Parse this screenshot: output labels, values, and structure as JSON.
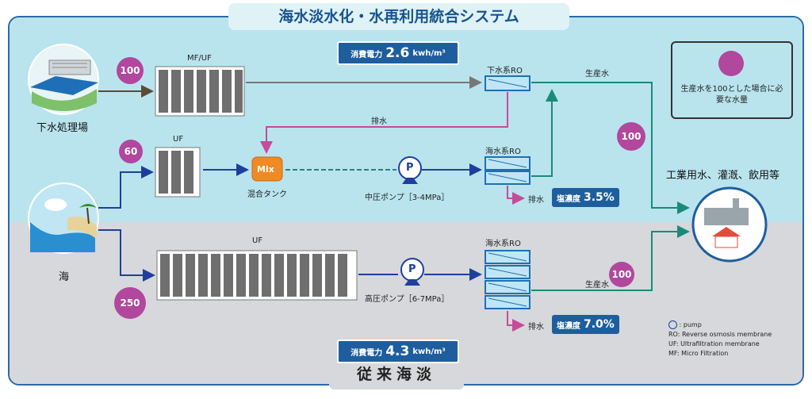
{
  "title": "海水淡水化・水再利用統合システム",
  "bottom_label": "従来海淡",
  "power_top": {
    "label": "消費電力",
    "value": "2.6",
    "unit": "kwh/m³"
  },
  "power_bottom": {
    "label": "消費電力",
    "value": "4.3",
    "unit": "kwh/m³"
  },
  "sources": {
    "sewage": "下水処理場",
    "sea": "海"
  },
  "units": {
    "mfuf": "MF/UF",
    "uf_top": "UF",
    "uf_bottom": "UF",
    "mix_label": "Mix",
    "mix_tank": "混合タンク",
    "sewage_ro": "下水系RO",
    "sea_ro_top": "海水系RO",
    "sea_ro_bottom": "海水系RO",
    "pump_mid": "中圧ポンプ［3-4MPa］",
    "pump_high": "高圧ポンプ［6-7MPa］",
    "pump_symbol": "P"
  },
  "flows": {
    "drain_top": "排水",
    "drain_mid": "排水",
    "drain_bottom": "排水",
    "product_top": "生産水",
    "product_bottom": "生産水"
  },
  "salinity_top": {
    "label": "塩濃度",
    "value": "3.5%"
  },
  "salinity_bottom": {
    "label": "塩濃度",
    "value": "7.0%"
  },
  "quantities": {
    "sewage": "100",
    "sea_top": "60",
    "sea_bottom": "250",
    "product_top": "100",
    "product_bottom": "100"
  },
  "destination": "工業用水、灌漑、飲用等",
  "legend": {
    "text": "生産水を100とした場合に必要な水量"
  },
  "abbreviations": [
    ": pump",
    "RO: Reverse osmosis membrane",
    "UF: Ultrafiltration membrane",
    "MF: Micro Filtration"
  ],
  "colors": {
    "upper_bg": "#b9e4ee",
    "lower_bg": "#d6d8db",
    "brand_blue": "#1e5e9e",
    "quantity_purple": "#b2479e",
    "mix_orange": "#f08a24"
  }
}
